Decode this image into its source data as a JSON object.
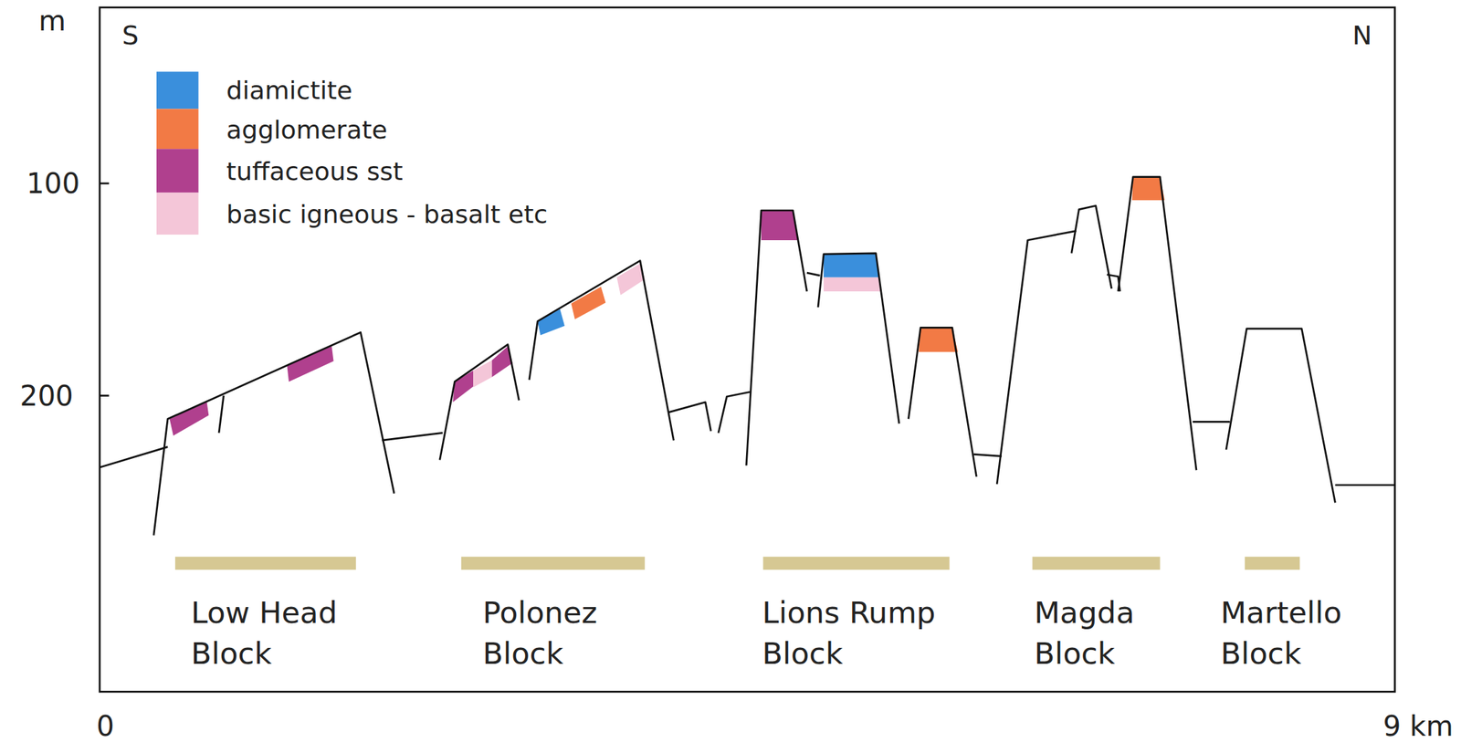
{
  "diagram": {
    "labels": [
      "m",
      "S",
      "N",
      "100",
      "200",
      "0",
      "9 km",
      "Low Head Block",
      "Polonez Block",
      "Lions Rump Block",
      "Magda Block",
      "Martello Block"
    ],
    "legend": [
      {
        "text": "diamictite",
        "color": "#3a8fdc"
      },
      {
        "text": "agglomerate",
        "color": "#f27a45"
      },
      {
        "text": "tuffaceous sst",
        "color": "#b0408e"
      },
      {
        "text": "basic igneous - basalt etc",
        "color": "#f4c6d8"
      }
    ]
  }
}
